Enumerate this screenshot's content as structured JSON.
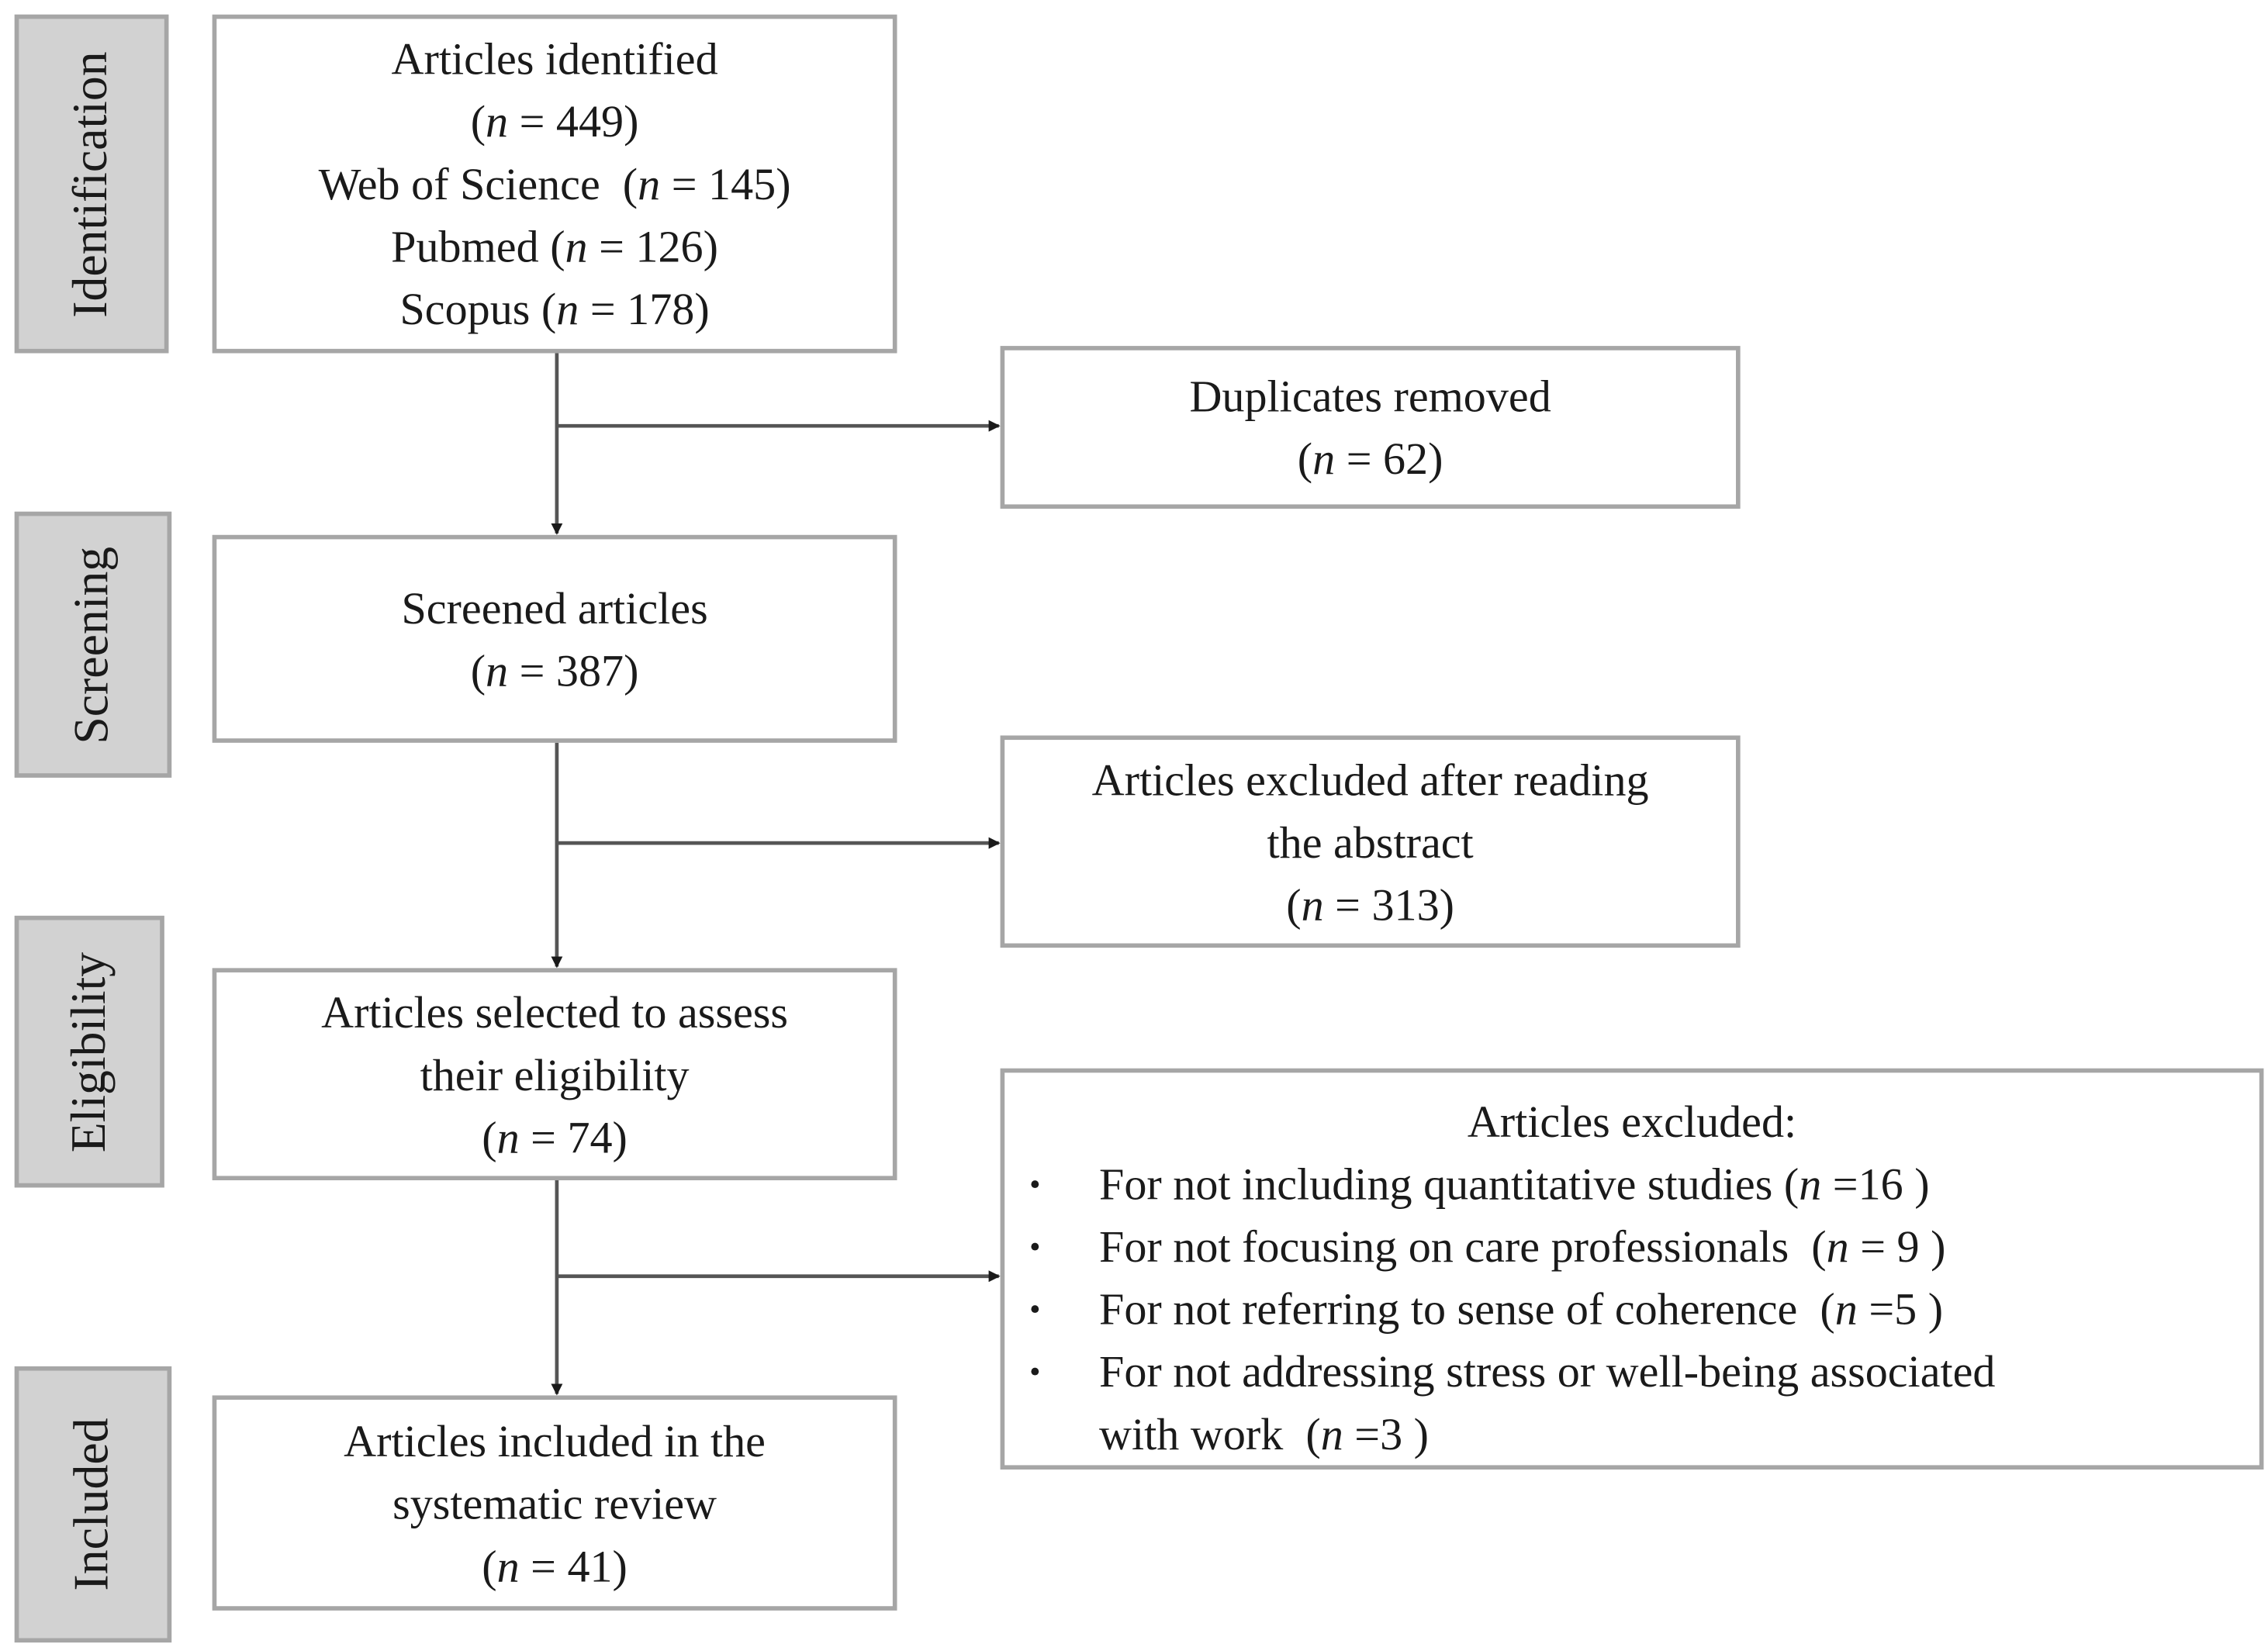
{
  "phases": {
    "identification": "Identification",
    "screening": "Screening",
    "eligibility": "Eligibility",
    "included": "Included"
  },
  "identified": {
    "title": "Articles identified",
    "total_n": "449",
    "sources": [
      {
        "name": "Web of Science",
        "n": "145"
      },
      {
        "name": "Pubmed",
        "n": "126"
      },
      {
        "name": "Scopus",
        "n": "178"
      }
    ]
  },
  "duplicates": {
    "title": "Duplicates removed",
    "n": "62"
  },
  "screened": {
    "title": "Screened articles",
    "n": "387"
  },
  "excluded_abstract": {
    "line1": "Articles excluded after reading",
    "line2": "the abstract",
    "n": "313"
  },
  "eligibility": {
    "line1": "Articles selected to assess",
    "line2": "their eligibility",
    "n": "74"
  },
  "excluded_full": {
    "title": "Articles excluded:",
    "reasons": [
      {
        "text": "For not including quantitative studies",
        "n": "16"
      },
      {
        "text": "For not focusing on care professionals",
        "n": "9"
      },
      {
        "text": "For not referring to sense of coherence",
        "n": "5"
      },
      {
        "text": "For not addressing stress or well-being associated",
        "text2": "with work",
        "n": "3"
      }
    ]
  },
  "included": {
    "line1": "Articles included in the",
    "line2": "systematic review",
    "n": "41"
  }
}
